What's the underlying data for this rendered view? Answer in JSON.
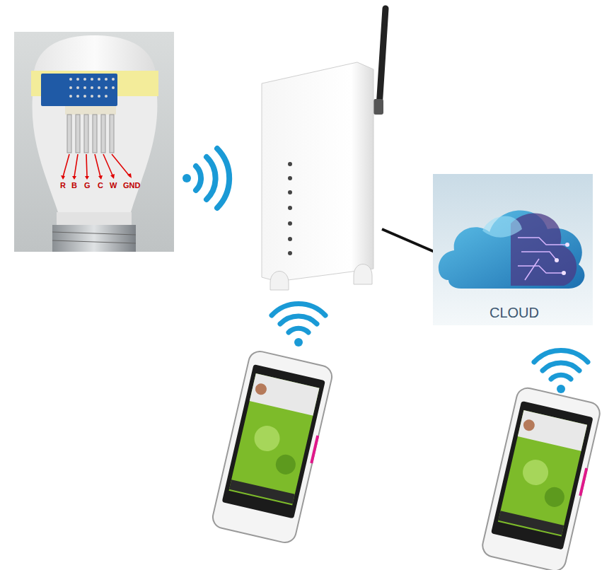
{
  "diagram": {
    "nodes": [
      {
        "text": [
          "CLOUD"
        ]
      }
    ],
    "labels": [
      "R",
      "B",
      "G",
      "C",
      "W",
      "GND"
    ]
  }
}
